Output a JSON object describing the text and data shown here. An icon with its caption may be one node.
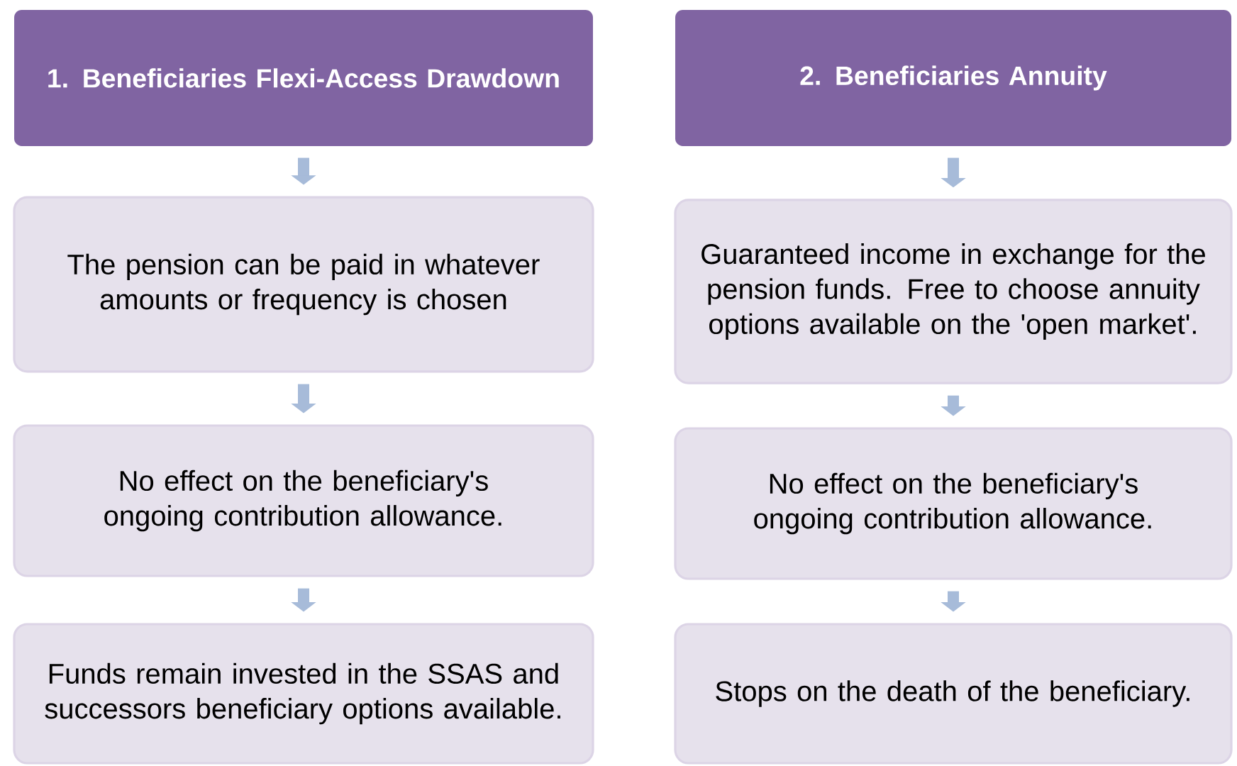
{
  "diagram": {
    "nodes": [
      {
        "text": [
          "1. Beneficiaries Flexi-Access Drawdown"
        ]
      },
      {
        "text": [
          "The pension can be paid in whatever amounts or frequency is chosen"
        ]
      },
      {
        "text": [
          "No effect on the beneficiary's ongoing contribution allowance."
        ]
      },
      {
        "text": [
          "Funds remain invested in the SSAS and successors beneficiary options available."
        ]
      },
      {
        "text": [
          "2. Beneficiaries Annuity"
        ]
      },
      {
        "text": [
          "Guaranteed income in exchange for the pension funds.  Free to choose annuity options available on the 'open market'."
        ]
      },
      {
        "text": [
          "No effect on the beneficiary's ongoing contribution allowance."
        ]
      },
      {
        "text": [
          "Stops on the death of the beneficiary."
        ]
      }
    ],
    "edges": [
      {
        "from": 0,
        "to": 1,
        "arrow": "to"
      },
      {
        "from": 1,
        "to": 2,
        "arrow": "to"
      },
      {
        "from": 2,
        "to": 3,
        "arrow": "to"
      },
      {
        "from": 4,
        "to": 5,
        "arrow": "to"
      },
      {
        "from": 5,
        "to": 6,
        "arrow": "to"
      },
      {
        "from": 6,
        "to": 7,
        "arrow": "to"
      }
    ]
  }
}
